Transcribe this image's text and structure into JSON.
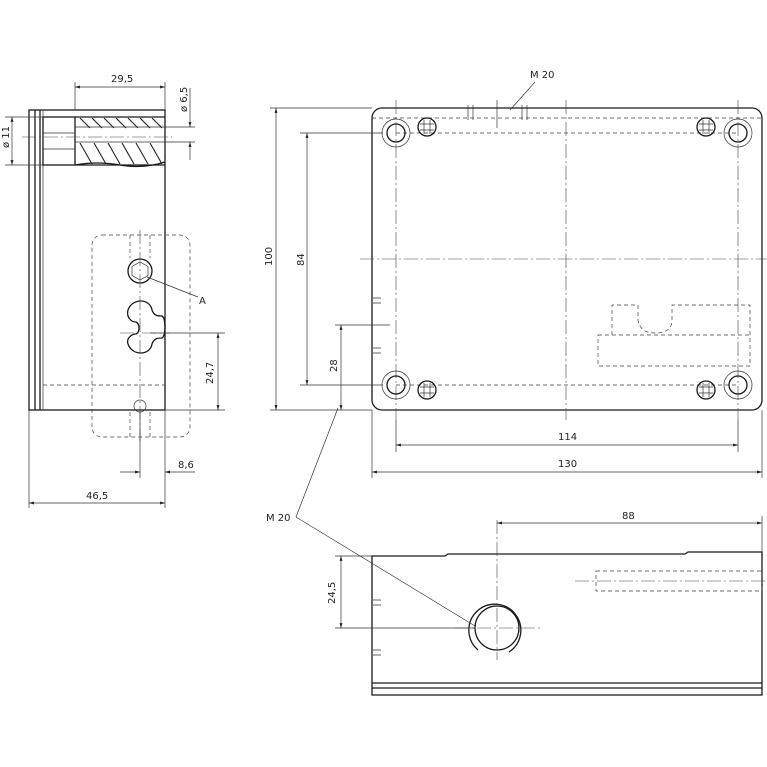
{
  "drawing": {
    "dimensions": {
      "side_width_top": "29,5",
      "side_dia_small": "ø 6,5",
      "side_dia_large": "ø 11",
      "side_height_right": "24,7",
      "side_offset_bottom": "8,6",
      "side_total_width": "46,5",
      "top_label_m20": "M 20",
      "front_height_outer": "100",
      "front_height_inner": "84",
      "front_height_small": "28",
      "front_width_inner": "114",
      "front_width_outer": "130",
      "bottom_width_right": "88",
      "bottom_height": "24,5",
      "left_label_m20": "M 20",
      "detail_label": "A"
    }
  }
}
